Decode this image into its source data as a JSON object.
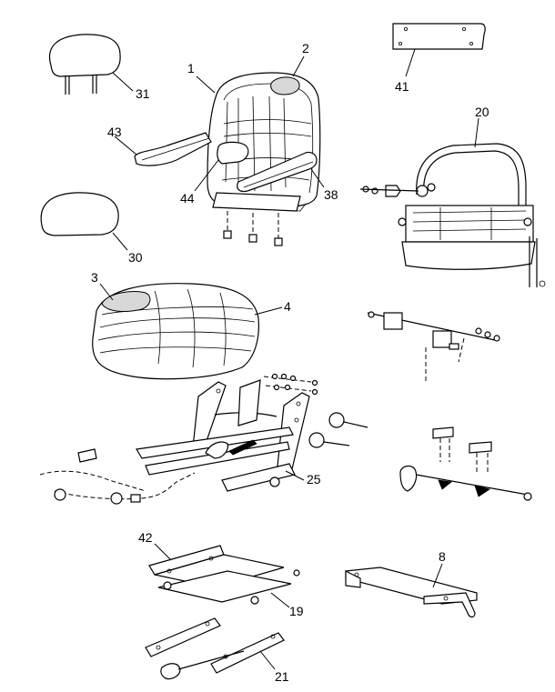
{
  "callouts": {
    "c1": "1",
    "c2": "2",
    "c3": "3",
    "c4": "4",
    "c8": "8",
    "c19": "19",
    "c20": "20",
    "c21": "21",
    "c25": "25",
    "c30": "30",
    "c31": "31",
    "c38": "38",
    "c41": "41",
    "c42": "42",
    "c43": "43",
    "c44": "44"
  }
}
